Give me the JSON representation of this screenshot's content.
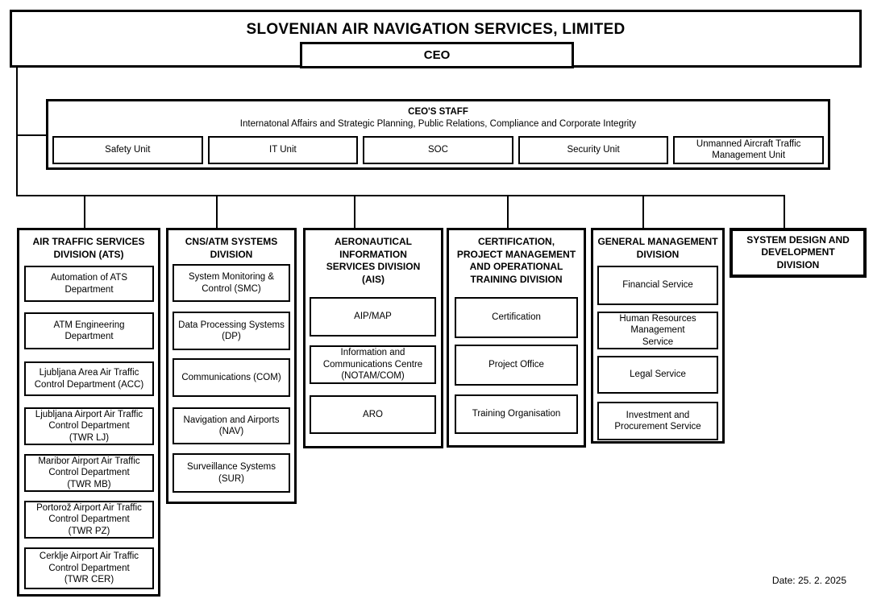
{
  "page": {
    "title": "SLOVENIAN AIR NAVIGATION SERVICES, LIMITED",
    "ceo": "CEO",
    "date": "Date: 25. 2. 2025"
  },
  "ceo_staff": {
    "title": "CEO'S STAFF",
    "subtitle": "Internatonal Affairs and Strategic Planning, Public Relations, Compliance and Corporate Integrity",
    "units": [
      "Safety Unit",
      "IT Unit",
      "SOC",
      "Security Unit",
      "Unmanned Aircraft Traffic\nManagement Unit"
    ]
  },
  "divisions": [
    {
      "title": "AIR TRAFFIC SERVICES\nDIVISION (ATS)",
      "children": [
        "Automation of ATS\nDepartment",
        "ATM Engineering\nDepartment",
        "Ljubljana Area Air Traffic\nControl Department (ACC)",
        "Ljubljana Airport Air Traffic\nControl Department\n(TWR LJ)",
        "Maribor Airport Air Traffic\nControl Department\n(TWR MB)",
        "Portorož Airport Air Traffic\nControl Department\n(TWR PZ)",
        "Cerklje Airport Air Traffic\nControl Department\n(TWR CER)"
      ]
    },
    {
      "title": "CNS/ATM SYSTEMS\nDIVISION",
      "children": [
        "System Monitoring &\nControl (SMC)",
        "Data Processing Systems\n(DP)",
        "Communications (COM)",
        "Navigation and Airports\n(NAV)",
        "Surveillance Systems\n(SUR)"
      ]
    },
    {
      "title": "AERONAUTICAL\nINFORMATION\nSERVICES DIVISION\n(AIS)",
      "children": [
        "AIP/MAP",
        "Information and\nCommunications Centre\n(NOTAM/COM)",
        "ARO"
      ]
    },
    {
      "title": "CERTIFICATION,\nPROJECT MANAGEMENT\nAND OPERATIONAL\nTRAINING DIVISION",
      "children": [
        "Certification",
        "Project Office",
        "Training Organisation"
      ]
    },
    {
      "title": "GENERAL MANAGEMENT\nDIVISION",
      "children": [
        "Financial Service",
        "Human Resources\nManagement\nService",
        "Legal Service",
        "Investment and\nProcurement Service"
      ]
    },
    {
      "title": "SYSTEM DESIGN AND\nDEVELOPMENT\nDIVISION",
      "children": []
    }
  ],
  "colors": {
    "background": "#ffffff",
    "line": "#000000",
    "text": "#000000"
  }
}
